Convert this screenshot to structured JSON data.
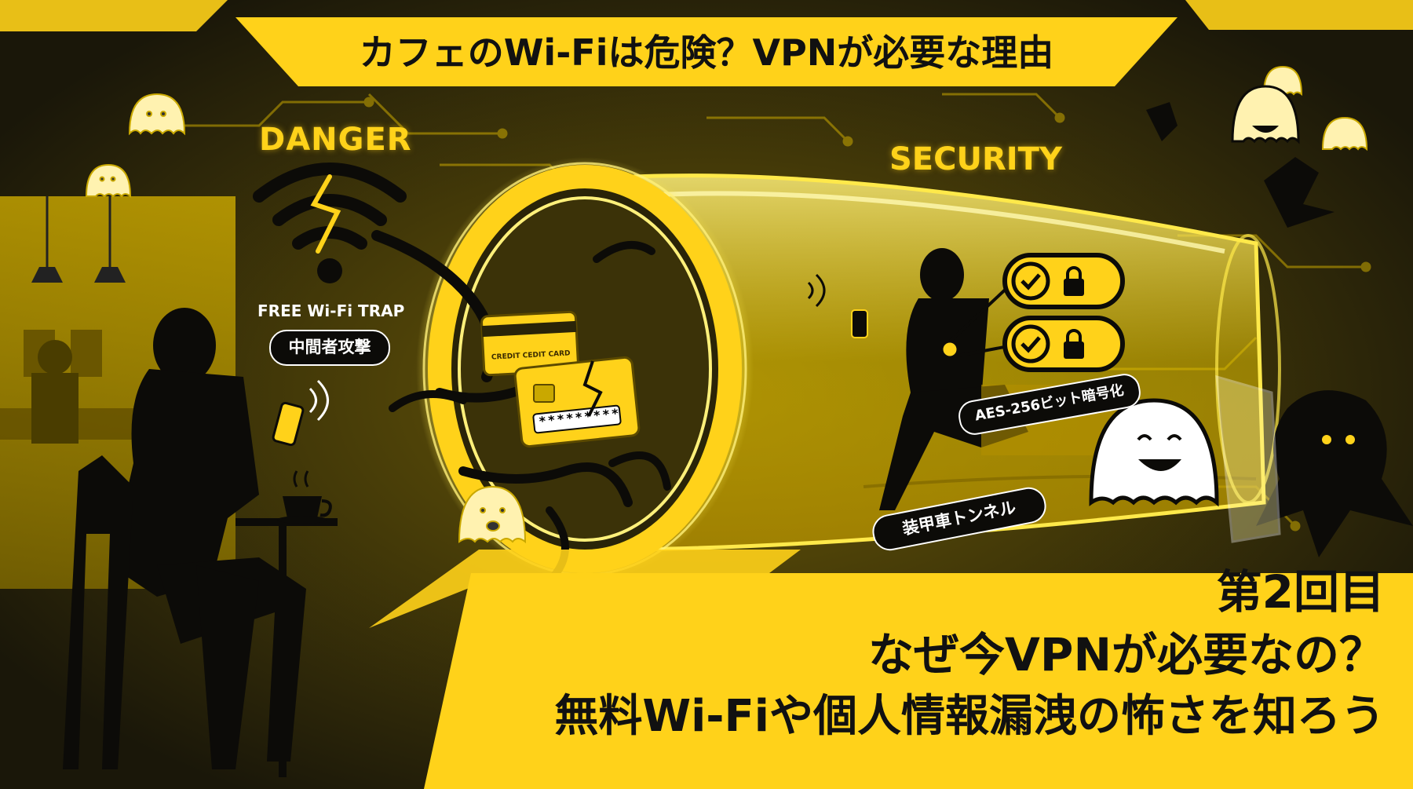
{
  "header": {
    "title": "カフェのWi-Fiは危険？VPNが必要な理由"
  },
  "left_scene": {
    "danger_label": "DANGER",
    "trap_label": "FREE Wi-Fi TRAP",
    "attack_label": "中間者攻撃",
    "card_label": "CREDIT CEDIT CARD",
    "password_mask": "*********"
  },
  "right_scene": {
    "security_label": "SECURITY",
    "encryption_label": "AES-256ビット暗号化",
    "tunnel_label": "装甲車トンネル"
  },
  "footer": {
    "episode": "第2回目",
    "headline_1": "なぜ今VPNが必要なの？",
    "headline_2": "無料Wi-Fiや個人情報漏洩の怖さを知ろう"
  },
  "colors": {
    "accent": "#ffd21a",
    "dark": "#141208",
    "text_dark": "#111111"
  },
  "icons": [
    "broken-wifi-icon",
    "lock-icon",
    "check-icon",
    "ghost-icon",
    "coffee-cup-icon",
    "smartphone-icon",
    "credit-card-icon"
  ]
}
